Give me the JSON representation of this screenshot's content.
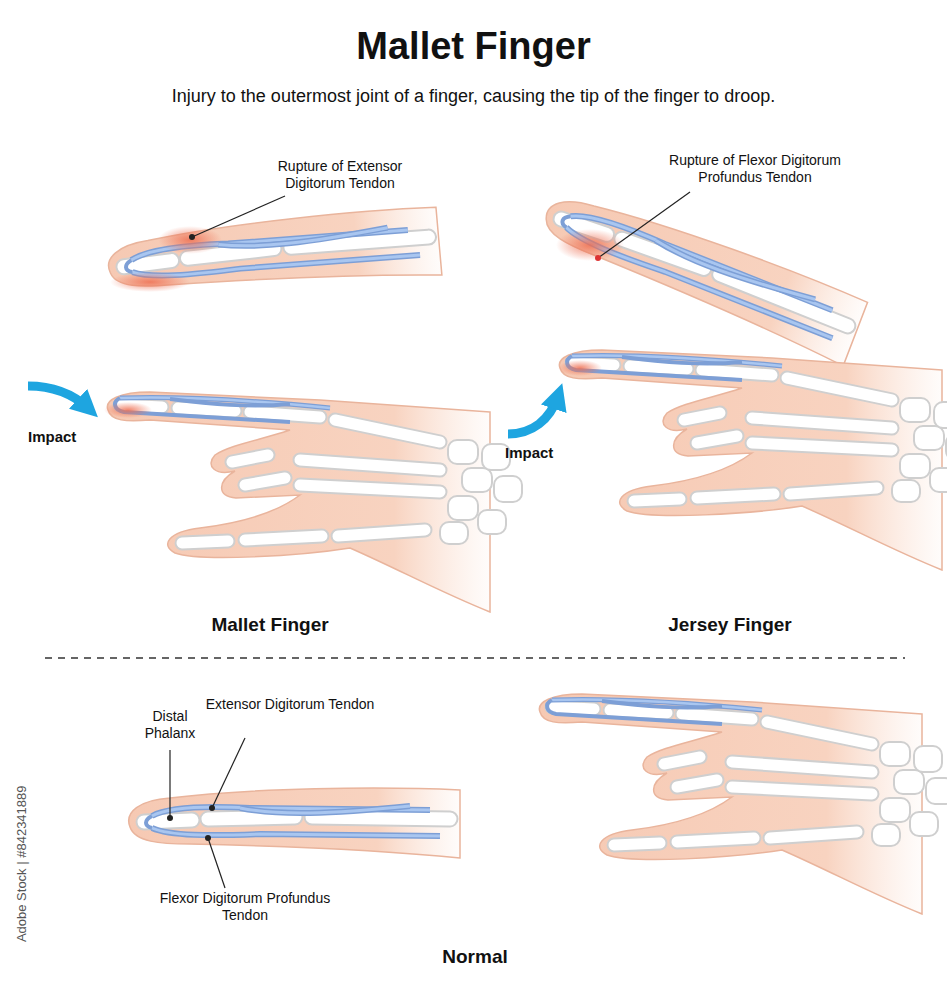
{
  "diagram": {
    "title": "Mallet Finger",
    "caption": "Injury to the outermost joint of a finger, causing the tip of the finger to droop.",
    "labels": [
      "Rupture of Extensor Digitorum Tendon",
      "Rupture of Flexor Digitorum Profundus Tendon",
      "Impact",
      "Impact",
      "Mallet Finger",
      "Jersey Finger",
      "Distal Phalanx",
      "Extensor Digitorum Tendon",
      "Flexor Digitorum Profundus Tendon",
      "Normal",
      "Adobe Stock | #842341889"
    ]
  }
}
